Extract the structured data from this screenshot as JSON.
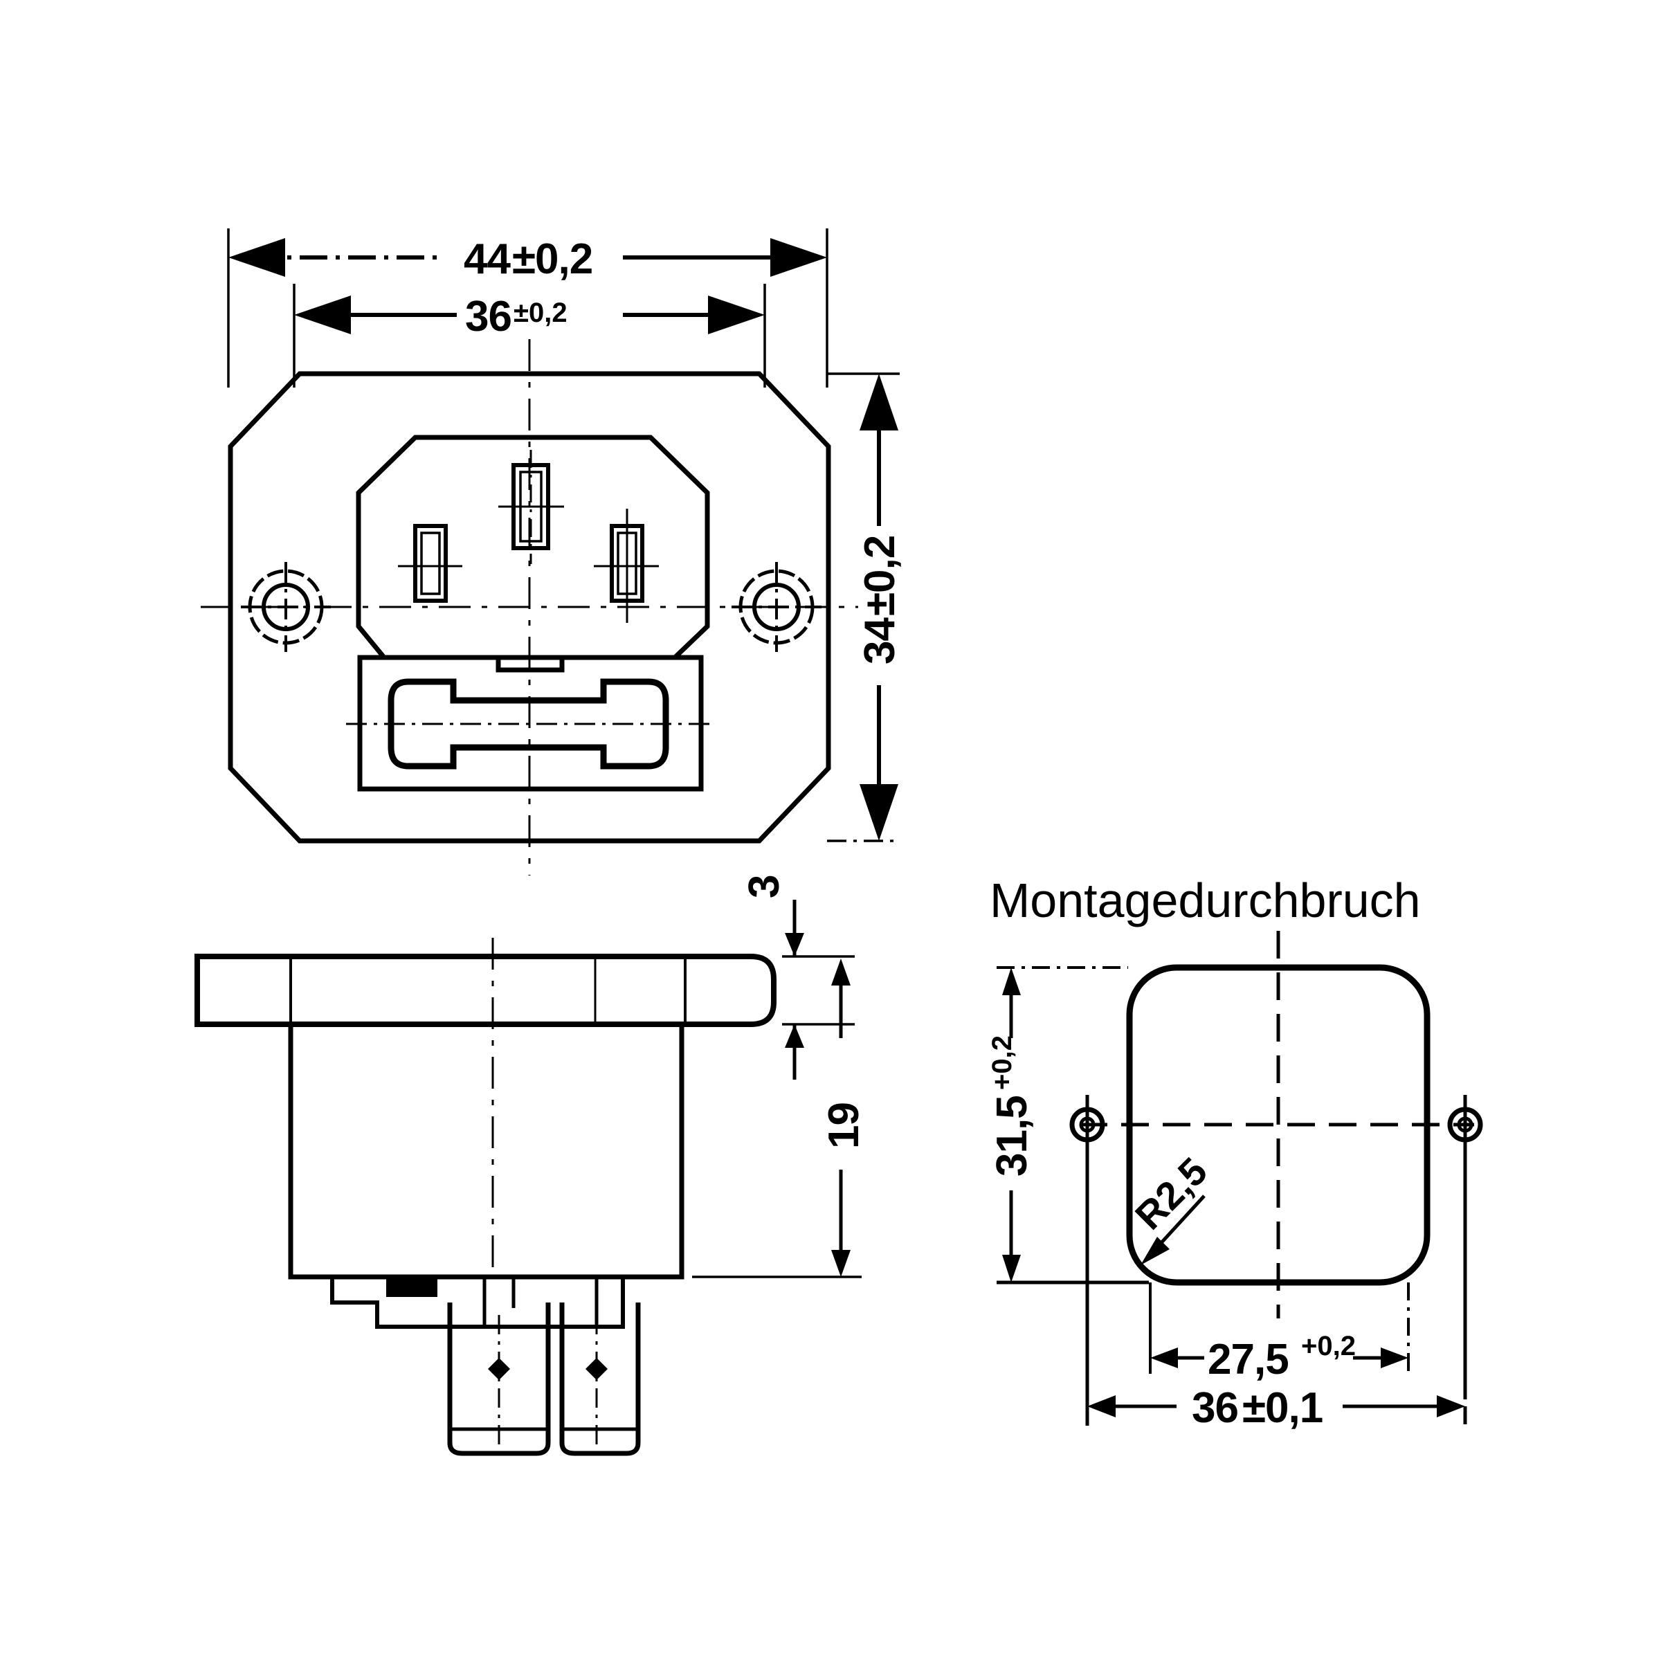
{
  "drawing": {
    "type": "technical-mechanical-drawing",
    "subject": "IEC C14 mains inlet connector with integrated fuse holder",
    "language": "de",
    "line_color": "#000000",
    "background_color": "#ffffff"
  },
  "front_view": {
    "name": "front-view",
    "dimensions": {
      "overall_width": {
        "value": "44",
        "tolerance": "±0,2"
      },
      "cutout_width": {
        "value": "36",
        "tolerance": "±0,2"
      },
      "overall_height": {
        "value": "34",
        "tolerance": "±0,2"
      }
    },
    "features": {
      "flange_shape": "octagonal chamfered plate",
      "inlet_shape": "IEC 60320 C14 hexagonal inlet",
      "pin_count": 3,
      "screw_holes": 2,
      "fuse_holder": "rectangular recess with cartridge fuse"
    }
  },
  "side_view": {
    "name": "side-view",
    "dimensions": {
      "flange_thickness": {
        "value": "3",
        "tolerance": ""
      },
      "body_depth": {
        "value": "19",
        "tolerance": ""
      }
    },
    "features": {
      "terminals": 2,
      "terminal_type": "quick-connect faston tabs with holes"
    }
  },
  "mounting_cutout": {
    "name": "mounting-cutout-view",
    "title": "Montagedurchbruch",
    "dimensions": {
      "cutout_height": {
        "value": "31,5",
        "tolerance": "+0,2"
      },
      "screw_hole_spacing": {
        "value": "27,5",
        "tolerance": "+0,2"
      },
      "overall_width": {
        "value": "36",
        "tolerance": "±0,1"
      },
      "corner_radius": {
        "value": "R2,5",
        "tolerance": ""
      }
    },
    "features": {
      "shape": "rounded rectangle panel cutout",
      "screw_holes": 2
    }
  },
  "labels": {
    "dim_44": "44",
    "dim_44_tol": "±0,2",
    "dim_36_top": "36",
    "dim_36_top_tol": "±0,2",
    "dim_34": "34",
    "dim_34_tol": "±0,2",
    "dim_3": "3",
    "dim_19": "19",
    "dim_315": "31,5",
    "dim_315_tol": "+0,2",
    "dim_275": "27,5",
    "dim_275_tol": "+0,2",
    "dim_36_bottom": "36",
    "dim_36_bottom_tol": "±0,1",
    "radius_r25": "R2,5",
    "montagedurchbruch": "Montagedurchbruch"
  }
}
